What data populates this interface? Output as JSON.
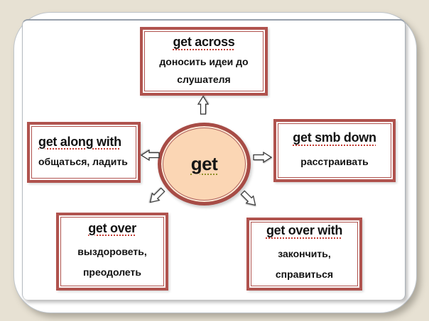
{
  "page": {
    "background": "#e7e1d3"
  },
  "frame": {
    "background": "#ffffff",
    "border_gray": "#97a0ab"
  },
  "colors": {
    "box_border_red": "#b0534e",
    "ellipse_fill": "#fbd6b4",
    "ellipse_border": "#a74c46",
    "arrow_fill": "#ffffff",
    "arrow_outline": "#333333",
    "spellcheck_red": "#c23b32",
    "spellcheck_olive": "#8f8f2a"
  },
  "icons": {
    "arrows": [
      "arrow-up",
      "arrow-left",
      "arrow-right",
      "arrow-down-left",
      "arrow-down-right"
    ]
  },
  "center": {
    "label": "get"
  },
  "nodes": {
    "across": {
      "title": "get across",
      "subtitle": "доносить идеи до\nслушателя"
    },
    "along_with": {
      "title": "get along with",
      "subtitle": "общаться, ладить"
    },
    "smb_down": {
      "title": "get smb down",
      "subtitle": "расстраивать"
    },
    "over": {
      "title": "get over",
      "subtitle": "выздороветь,\nпреодолеть"
    },
    "over_with": {
      "title": "get over with",
      "subtitle": "закончить,\nсправиться"
    }
  }
}
